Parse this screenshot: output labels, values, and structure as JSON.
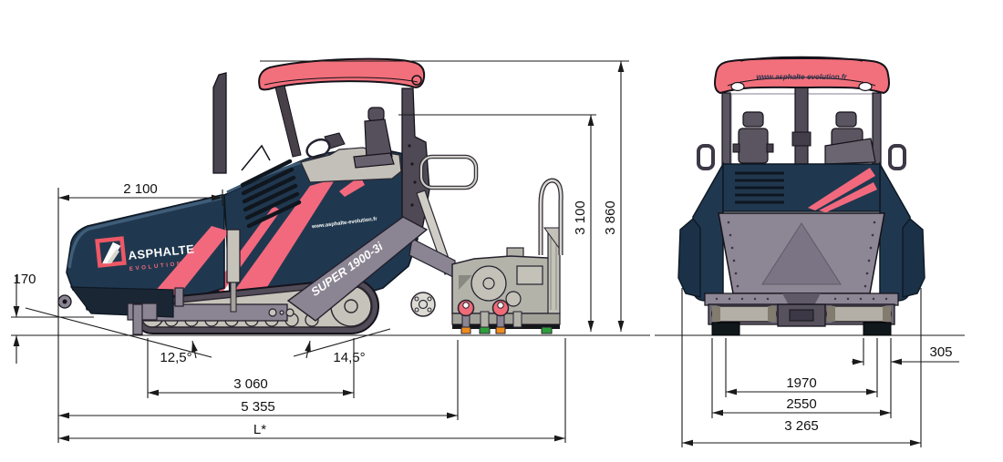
{
  "meta": {
    "machine_model": "SUPER 1900-3i",
    "brand": "ASPHALTE EVOLUTION"
  },
  "colors": {
    "body_navy": "#20384f",
    "accent_pink": "#f2697e",
    "canopy_red": "#f2707b",
    "structure_gray": "#8b8492",
    "light_gray": "#c3c1b8",
    "drawing_line": "#1a1a1a"
  },
  "side_view": {
    "branding": {
      "logo_title": "ASPHALTE",
      "logo_subtitle": "EVOLUTION",
      "website": "www.asphalte-evolution.fr",
      "model_decal": "SUPER 1900-3i"
    },
    "dimensions": {
      "hopper_length": "2 100",
      "clearance": "170",
      "approach_angle": "12,5°",
      "departure_angle": "14,5°",
      "track_length": "3 060",
      "base_length": "5 355",
      "overall_length": "L*",
      "height_seat": "3 100",
      "height_overall": "3 860"
    }
  },
  "front_view": {
    "branding": {
      "website": "www.asphalte-evolution.fr"
    },
    "dimensions": {
      "pad_width": "305",
      "track_gauge": "1970",
      "outer_track_width": "2550",
      "overall_width": "3 265"
    }
  }
}
